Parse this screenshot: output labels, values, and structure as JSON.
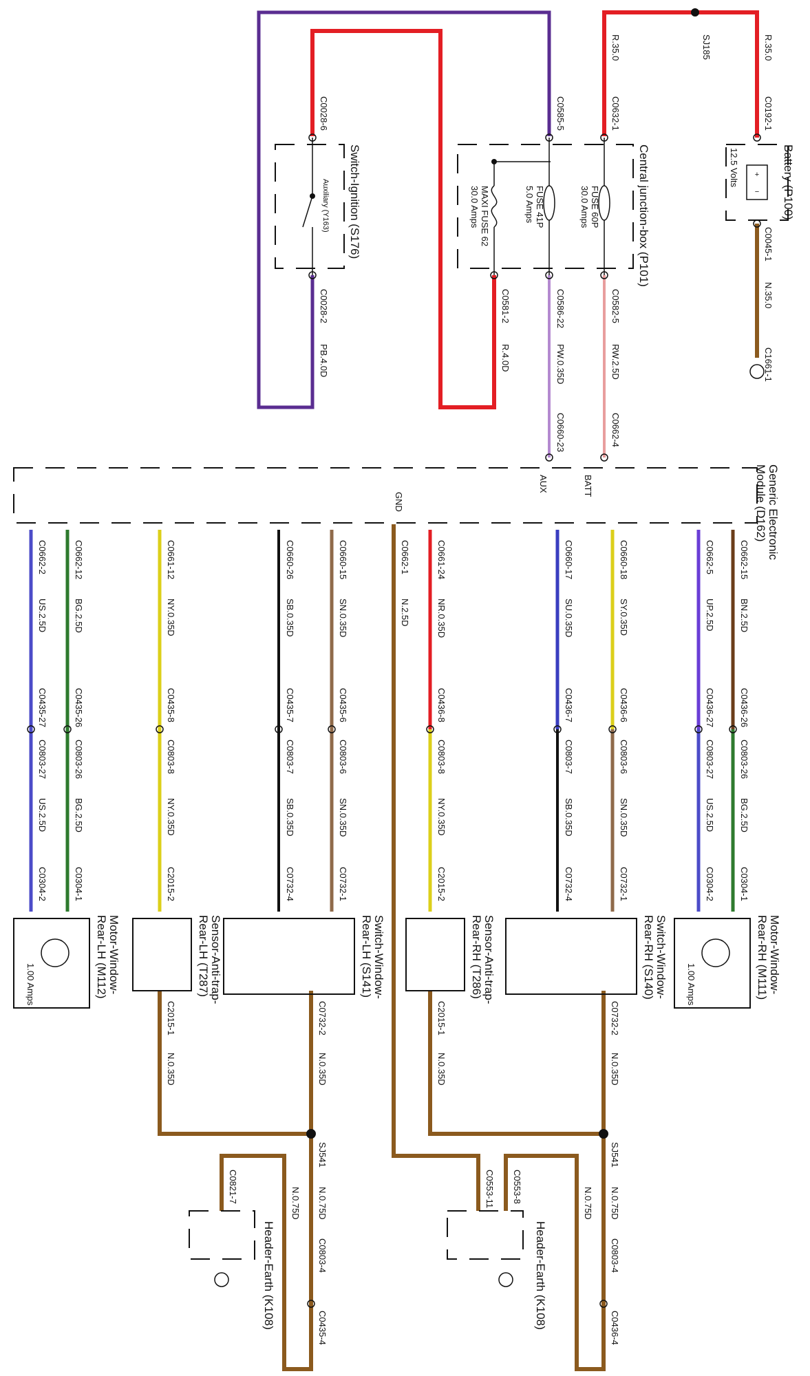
{
  "colors": {
    "R": "#e31e24",
    "P": "#4b2a83",
    "PB": "#5a2d91",
    "N": "#8b5a1e",
    "RW": "#d03c3c",
    "PW": "#b48ad0",
    "U": "#4c4cc8",
    "G": "#2e7a2e",
    "Y": "#dccf1a",
    "S": "#8f7a6a",
    "B": "#111111"
  },
  "components": {
    "battery": "Battery (P100)",
    "battery_volts": "12.5 Volts",
    "cjb": "Central junction-box (P101)",
    "fuse60p": "FUSE 60P",
    "fuse60p_amps": "30.0 Amps",
    "fuse41p": "FUSE 41P",
    "fuse41p_amps": "5.0 Amps",
    "maxi62": "MAXI FUSE 62",
    "maxi62_amps": "30.0 Amps",
    "ign_switch": "Switch-Ignition (S176)",
    "ign_aux": "Auxiliary (Y163)",
    "gem_1": "Generic Electronic",
    "gem_2": "Module (D162)",
    "batt": "BATT",
    "aux": "AUX",
    "gnd": "GND",
    "motor_rh_1": "Motor-Window-",
    "motor_rh_2": "Rear-RH (M111)",
    "motor_lh_1": "Motor-Window-",
    "motor_lh_2": "Rear-LH (M112)",
    "motor_amps": "1.00 Amps",
    "sw_rh_1": "Switch-Window-",
    "sw_rh_2": "Rear-RH (S140)",
    "sw_lh_1": "Switch-Window-",
    "sw_lh_2": "Rear-LH (S141)",
    "sensor_rh_1": "Sensor-Anti-trap-",
    "sensor_rh_2": "Rear-RH (T286)",
    "sensor_lh_1": "Sensor-Anti-trap-",
    "sensor_lh_2": "Rear-LH (T287)",
    "header_earth": "Header-Earth (K108)",
    "sj185": "SJ185",
    "sj541": "SJ541"
  },
  "labels": {
    "r350a": "R.35.0",
    "r350b": "R.35.0",
    "c0192_1": "C0192-1",
    "c0045_1": "C0045-1",
    "n350": "N.35.0",
    "c1661_1": "C1661-1",
    "c0632_1": "C0632-1",
    "c0585_5": "C0585-5",
    "c0582_5": "C0582-5",
    "c0586_22": "C0586-22",
    "c0581_2": "C0581-2",
    "rw25": "RW.2.5D",
    "pw035": "PW.0.35D",
    "r40": "R.4.0D",
    "c0662_4": "C0662-4",
    "c0660_23": "C0660-23",
    "c0028_6": "C0028-6",
    "c0028_2": "C0028-2",
    "pb40": "PB.4.0D",
    "c0662_15": "C0662-15",
    "bn25": "BN.2.5D",
    "c0436_26": "C0436-26",
    "c0803_26r": "C0803-26",
    "bg25r": "BG.2.5D",
    "c0304_1r": "C0304-1",
    "c0662_5": "C0662-5",
    "up25": "UP.2.5D",
    "c0436_27": "C0436-27",
    "c0803_27r": "C0803-27",
    "us25r": "US.2.5D",
    "c0304_2r": "C0304-2",
    "c0660_18": "C0660-18",
    "sy035": "SY.0.35D",
    "c0436_6": "C0436-6",
    "c0803_6r": "C0803-6",
    "sn035r": "SN.0.35D",
    "c0732_1r": "C0732-1",
    "c0660_17": "C0660-17",
    "su035": "SU.0.35D",
    "c0436_7": "C0436-7",
    "c0803_7r": "C0803-7",
    "sb035r": "SB.0.35D",
    "c0732_4r": "C0732-4",
    "c0661_24": "C0661-24",
    "nr035": "NR.0.35D",
    "c0436_8": "C0436-8",
    "c0803_8r": "C0803-8",
    "ny035r": "NY.0.35D",
    "c2015_2r": "C2015-2",
    "c0662_1": "C0662-1",
    "n25": "N.2.5D",
    "c0660_15": "C0660-15",
    "sn035a": "SN.0.35D",
    "c0435_6": "C0435-6",
    "c0803_6l": "C0803-6",
    "sn035l": "SN.0.35D",
    "c0732_1l": "C0732-1",
    "c0660_26": "C0660-26",
    "sb035a": "SB.0.35D",
    "c0435_7": "C0435-7",
    "c0803_7l": "C0803-7",
    "sb035l": "SB.0.35D",
    "c0732_4l": "C0732-4",
    "c0661_12": "C0661-12",
    "ny035a": "NY.0.35D",
    "c0435_8": "C0435-8",
    "c0803_8l": "C0803-8",
    "ny035l": "NY.0.35D",
    "c2015_2l": "C2015-2",
    "c0662_12": "C0662-12",
    "bg25a": "BG.2.5D",
    "c0435_26": "C0435-26",
    "c0803_26l": "C0803-26",
    "bg25l": "BG.2.5D",
    "c0304_1l": "C0304-1",
    "c0662_2": "C0662-2",
    "us25a": "US.2.5D",
    "c0435_27": "C0435-27",
    "c0803_27l": "C0803-27",
    "us25l": "US.2.5D",
    "c0304_2l": "C0304-2",
    "c0732_2r": "C0732-2",
    "n035swr": "N.0.35D",
    "c2015_1r": "C2015-1",
    "n035snr": "N.0.35D",
    "n075r1": "N.0.75D",
    "n075r2": "N.0.75D",
    "c0803_4r": "C0803-4",
    "c0436_4": "C0436-4",
    "c0553_8": "C0553-8",
    "c0553_11": "C0553-11",
    "c0732_2l": "C0732-2",
    "n035swl": "N.0.35D",
    "c2015_1l": "C2015-1",
    "n035snl": "N.0.35D",
    "n075l1": "N.0.75D",
    "n075l2": "N.0.75D",
    "c0803_4l": "C0803-4",
    "c0435_4": "C0435-4",
    "c0821_7": "C0821-7"
  }
}
